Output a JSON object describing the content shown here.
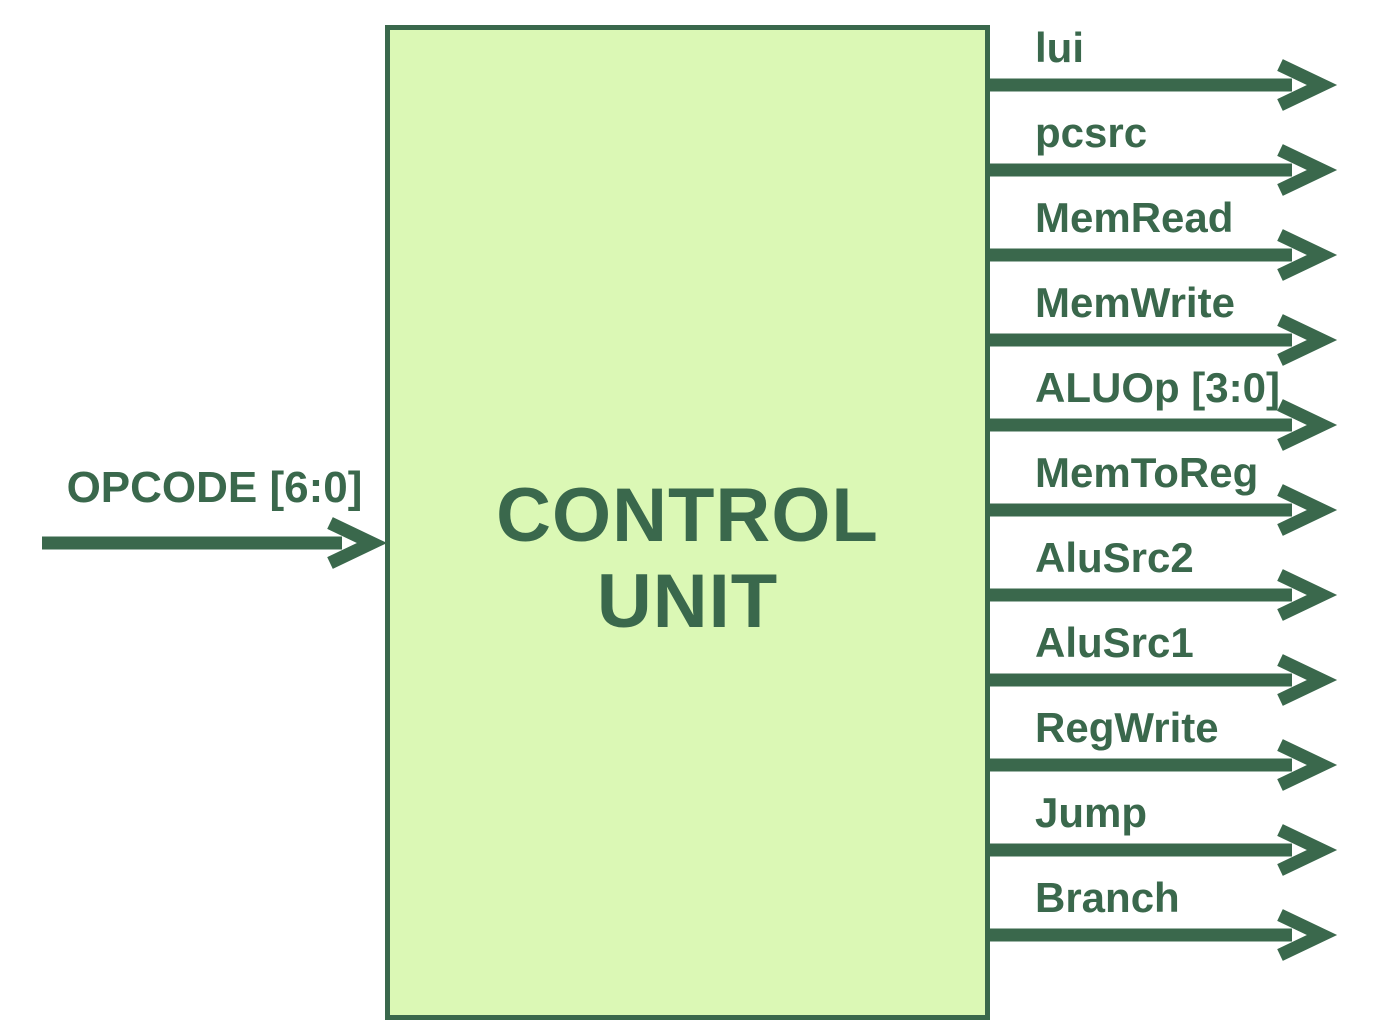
{
  "diagram": {
    "box": {
      "title_line1": "CONTROL",
      "title_line2": "UNIT"
    },
    "input": {
      "label": "OPCODE [6:0]"
    },
    "outputs": [
      "lui",
      "pcsrc",
      "MemRead",
      "MemWrite",
      "ALUOp [3:0]",
      "MemToReg",
      "AluSrc2",
      "AluSrc1",
      "RegWrite",
      "Jump",
      "Branch"
    ],
    "colors": {
      "accent": "#3A684C",
      "box_fill": "#DBF8B5",
      "background": "#FFFFFF"
    }
  }
}
